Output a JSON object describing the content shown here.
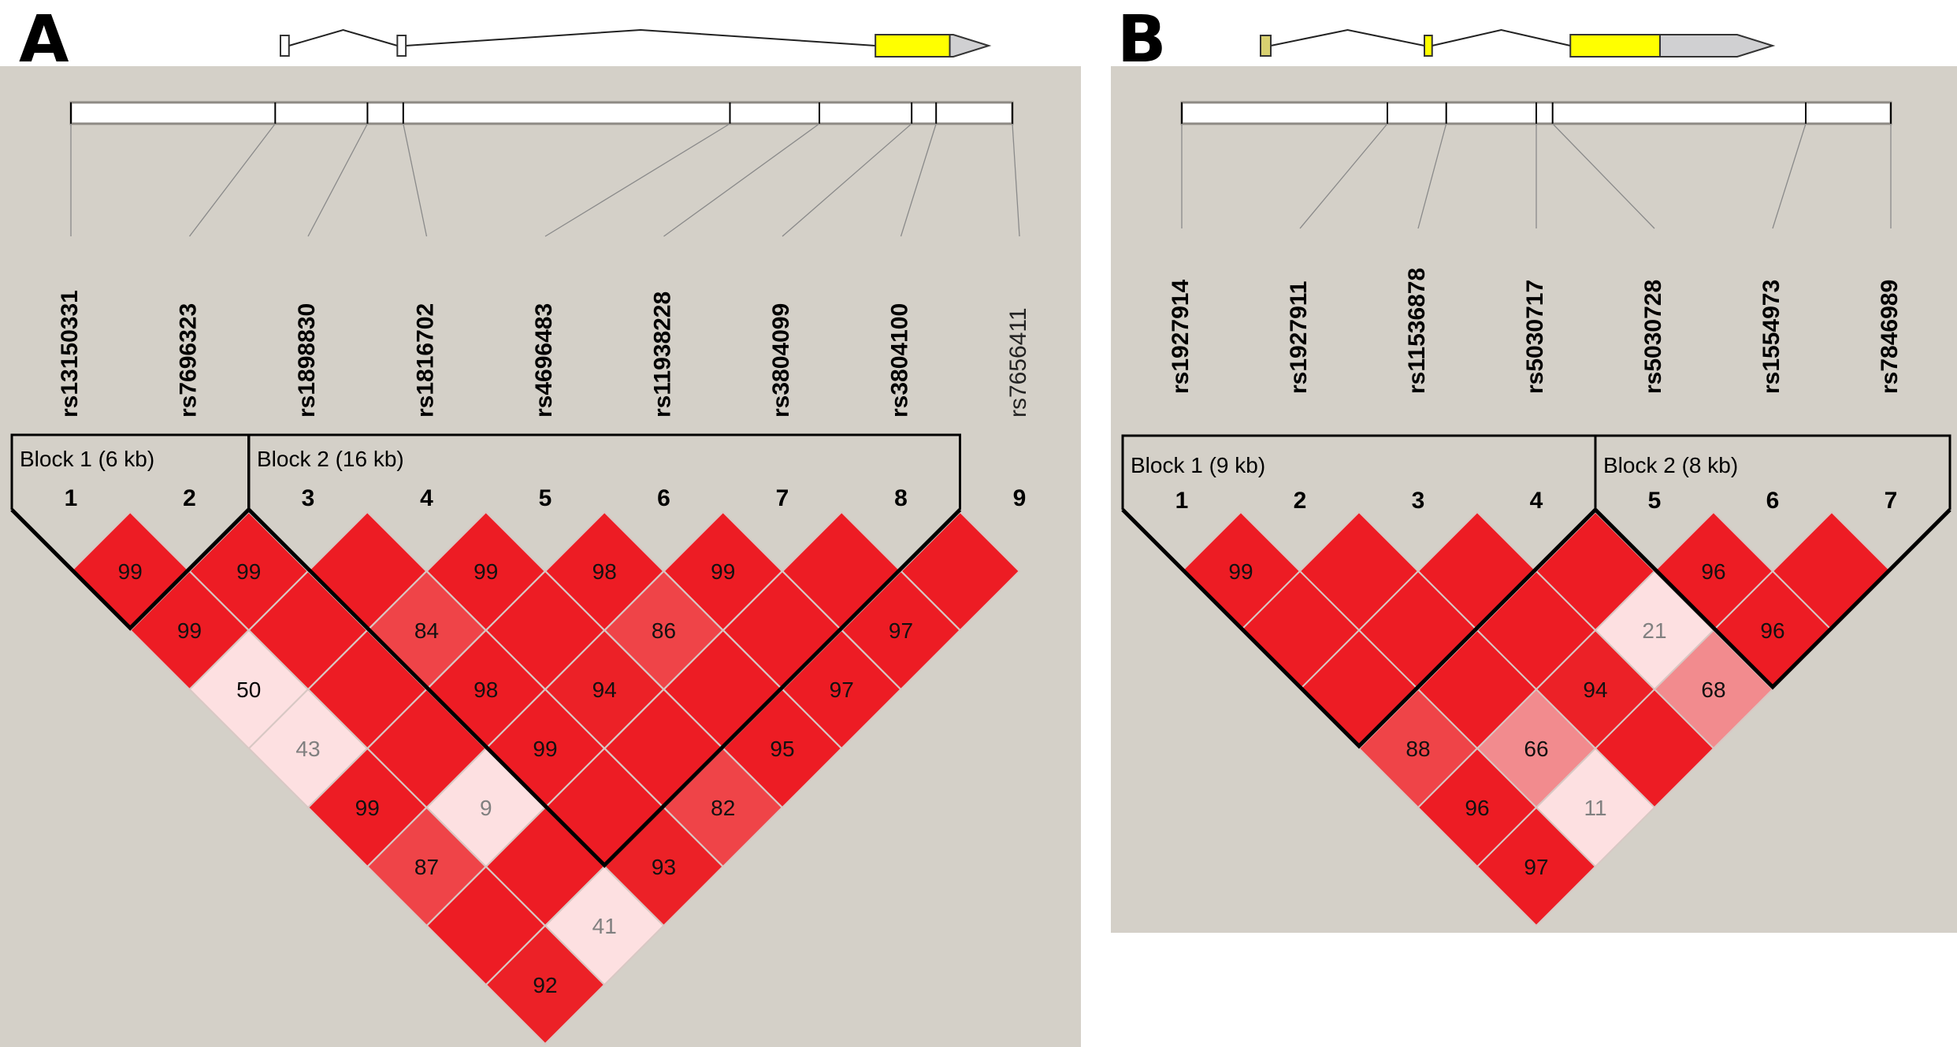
{
  "chart_data": [
    {
      "type": "heatmap",
      "panel": "A",
      "title": "",
      "snps": [
        "rs13150331",
        "rs7696323",
        "rs1898830",
        "rs1816702",
        "rs4696483",
        "rs11938228",
        "rs3804099",
        "rs3804100",
        "rs7656411"
      ],
      "snp_label_bold": [
        true,
        true,
        true,
        true,
        true,
        true,
        true,
        true,
        false
      ],
      "relative_positions": [
        0,
        0.217,
        0.315,
        0.353,
        0.7,
        0.795,
        0.893,
        0.919,
        1.0
      ],
      "indices": [
        "1",
        "2",
        "3",
        "4",
        "5",
        "6",
        "7",
        "8",
        "9"
      ],
      "blocks": [
        {
          "label": "Block 1 (6 kb)",
          "start": 1,
          "end": 2
        },
        {
          "label": "Block 2 (16 kb)",
          "start": 3,
          "end": 8
        }
      ],
      "ld_values": [
        {
          "i": 1,
          "j": 2,
          "value": 99,
          "color": "dark"
        },
        {
          "i": 2,
          "j": 3,
          "value": 99,
          "color": "dark"
        },
        {
          "i": 3,
          "j": 4,
          "value": null,
          "color": "dark"
        },
        {
          "i": 4,
          "j": 5,
          "value": 99,
          "color": "dark"
        },
        {
          "i": 5,
          "j": 6,
          "value": 98,
          "color": "dark"
        },
        {
          "i": 6,
          "j": 7,
          "value": 99,
          "color": "dark"
        },
        {
          "i": 7,
          "j": 8,
          "value": null,
          "color": "dark"
        },
        {
          "i": 8,
          "j": 9,
          "value": null,
          "color": "dark"
        },
        {
          "i": 1,
          "j": 3,
          "value": 99,
          "color": "dark"
        },
        {
          "i": 2,
          "j": 4,
          "value": null,
          "color": "dark"
        },
        {
          "i": 3,
          "j": 5,
          "value": 84,
          "color": "medium"
        },
        {
          "i": 4,
          "j": 6,
          "value": null,
          "color": "dark"
        },
        {
          "i": 5,
          "j": 7,
          "value": 86,
          "color": "medium"
        },
        {
          "i": 6,
          "j": 8,
          "value": null,
          "color": "dark"
        },
        {
          "i": 7,
          "j": 9,
          "value": 97,
          "color": "dark"
        },
        {
          "i": 1,
          "j": 4,
          "value": 50,
          "color": "light"
        },
        {
          "i": 2,
          "j": 5,
          "value": null,
          "color": "dark"
        },
        {
          "i": 3,
          "j": 6,
          "value": 98,
          "color": "dark"
        },
        {
          "i": 4,
          "j": 7,
          "value": 94,
          "color": "dark2"
        },
        {
          "i": 5,
          "j": 8,
          "value": null,
          "color": "dark"
        },
        {
          "i": 6,
          "j": 9,
          "value": 97,
          "color": "dark"
        },
        {
          "i": 1,
          "j": 5,
          "value": 43,
          "color": "light"
        },
        {
          "i": 2,
          "j": 6,
          "value": null,
          "color": "dark"
        },
        {
          "i": 3,
          "j": 7,
          "value": 99,
          "color": "dark"
        },
        {
          "i": 4,
          "j": 8,
          "value": null,
          "color": "dark"
        },
        {
          "i": 5,
          "j": 9,
          "value": 95,
          "color": "dark"
        },
        {
          "i": 1,
          "j": 6,
          "value": 99,
          "color": "dark"
        },
        {
          "i": 2,
          "j": 7,
          "value": 9,
          "color": "light"
        },
        {
          "i": 3,
          "j": 8,
          "value": null,
          "color": "dark"
        },
        {
          "i": 4,
          "j": 9,
          "value": 82,
          "color": "medium"
        },
        {
          "i": 1,
          "j": 7,
          "value": 87,
          "color": "medium"
        },
        {
          "i": 2,
          "j": 8,
          "value": null,
          "color": "dark"
        },
        {
          "i": 3,
          "j": 9,
          "value": 93,
          "color": "dark2"
        },
        {
          "i": 1,
          "j": 8,
          "value": null,
          "color": "dark"
        },
        {
          "i": 2,
          "j": 9,
          "value": 41,
          "color": "light"
        },
        {
          "i": 1,
          "j": 9,
          "value": 92,
          "color": "dark2"
        }
      ],
      "gene_model": {
        "exons": [
          {
            "start": 0.0,
            "end": 0.012,
            "fill": "#ffffff"
          },
          {
            "start": 0.165,
            "end": 0.177,
            "fill": "#ffffff"
          },
          {
            "start": 0.84,
            "end": 0.945,
            "fill": "#ffff00"
          }
        ],
        "utr": {
          "start": 0.945,
          "end": 1.0,
          "fill": "#d0d0d2"
        },
        "introns": [
          [
            0.012,
            0.165
          ],
          [
            0.177,
            0.84
          ]
        ]
      }
    },
    {
      "type": "heatmap",
      "panel": "B",
      "title": "",
      "snps": [
        "rs1927914",
        "rs1927911",
        "rs11536878",
        "rs5030717",
        "rs5030728",
        "rs1554973",
        "rs7846989"
      ],
      "snp_label_bold": [
        true,
        true,
        true,
        true,
        true,
        true,
        true
      ],
      "relative_positions": [
        0,
        0.29,
        0.373,
        0.5,
        0.523,
        0.88,
        1.0
      ],
      "indices": [
        "1",
        "2",
        "3",
        "4",
        "5",
        "6",
        "7"
      ],
      "blocks": [
        {
          "label": "Block 1 (9 kb)",
          "start": 1,
          "end": 4
        },
        {
          "label": "Block 2 (8 kb)",
          "start": 5,
          "end": 7
        }
      ],
      "ld_values": [
        {
          "i": 1,
          "j": 2,
          "value": 99,
          "color": "dark"
        },
        {
          "i": 2,
          "j": 3,
          "value": null,
          "color": "dark"
        },
        {
          "i": 3,
          "j": 4,
          "value": null,
          "color": "dark"
        },
        {
          "i": 4,
          "j": 5,
          "value": null,
          "color": "dark"
        },
        {
          "i": 5,
          "j": 6,
          "value": 96,
          "color": "dark"
        },
        {
          "i": 6,
          "j": 7,
          "value": null,
          "color": "dark"
        },
        {
          "i": 1,
          "j": 3,
          "value": null,
          "color": "dark"
        },
        {
          "i": 2,
          "j": 4,
          "value": null,
          "color": "dark"
        },
        {
          "i": 3,
          "j": 5,
          "value": null,
          "color": "dark"
        },
        {
          "i": 4,
          "j": 6,
          "value": 21,
          "color": "light"
        },
        {
          "i": 5,
          "j": 7,
          "value": 96,
          "color": "dark"
        },
        {
          "i": 1,
          "j": 4,
          "value": null,
          "color": "dark"
        },
        {
          "i": 2,
          "j": 5,
          "value": null,
          "color": "dark"
        },
        {
          "i": 3,
          "j": 6,
          "value": 94,
          "color": "dark2"
        },
        {
          "i": 4,
          "j": 7,
          "value": 68,
          "color": "pink"
        },
        {
          "i": 1,
          "j": 5,
          "value": 88,
          "color": "medium"
        },
        {
          "i": 2,
          "j": 6,
          "value": 66,
          "color": "pink"
        },
        {
          "i": 3,
          "j": 7,
          "value": null,
          "color": "dark"
        },
        {
          "i": 1,
          "j": 6,
          "value": 96,
          "color": "dark"
        },
        {
          "i": 2,
          "j": 7,
          "value": 11,
          "color": "light"
        },
        {
          "i": 1,
          "j": 7,
          "value": 97,
          "color": "dark"
        }
      ],
      "gene_model": {
        "exons": [
          {
            "start": 0.0,
            "end": 0.02,
            "fill": "#d8d070"
          },
          {
            "start": 0.32,
            "end": 0.335,
            "fill": "#ffff00"
          },
          {
            "start": 0.605,
            "end": 0.78,
            "fill": "#ffff00"
          }
        ],
        "utr": {
          "start": 0.78,
          "end": 1.0,
          "fill": "#d0d0d2"
        },
        "introns": [
          [
            0.02,
            0.32
          ],
          [
            0.335,
            0.605
          ]
        ]
      }
    }
  ],
  "panel_labels": [
    "A",
    "B"
  ],
  "colors": {
    "dark": "#ed1c24",
    "dark2": "#ec2127",
    "medium": "#ef4448",
    "pink": "#f28b8e",
    "light": "#fde0e1",
    "panel_bg": "#d4d0c8",
    "text_light": "#808080"
  }
}
